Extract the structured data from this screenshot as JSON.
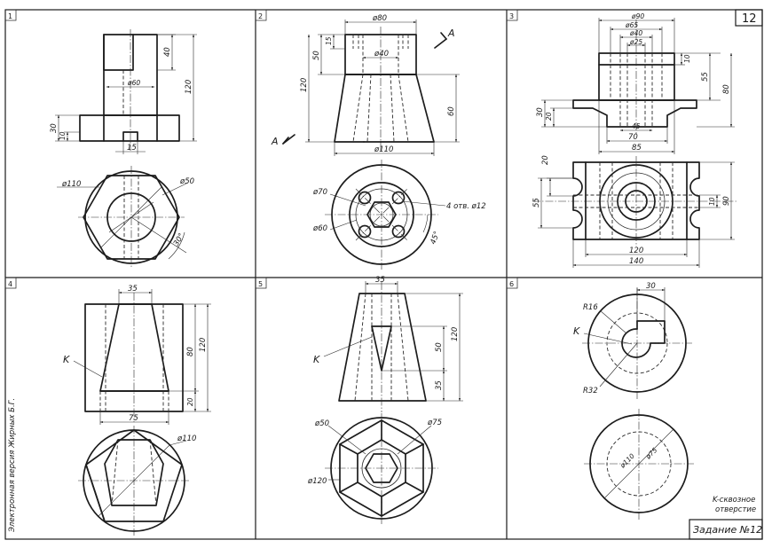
{
  "sheet": {
    "number_box": "12",
    "title_box": "Задание №12",
    "side_note": "Электронная версия Жирных Б.Г."
  },
  "panels": {
    "p1": {
      "number": "1",
      "dims": {
        "d40": "40",
        "d120": "120",
        "d60": "ø60",
        "d30": "30",
        "d10": "10",
        "d15": "15",
        "d110": "ø110",
        "d50": "ø50",
        "a30": "30°"
      }
    },
    "p2": {
      "number": "2",
      "dims": {
        "d80": "ø80",
        "d15": "15",
        "d50": "50",
        "d40": "ø40",
        "d120": "120",
        "d60": "60",
        "d110": "ø110",
        "d70": "ø70",
        "d60b": "ø60",
        "holes": "4 отв. ø12",
        "a45": "45°"
      },
      "section_marks": {
        "upper": "A",
        "lower": "A"
      }
    },
    "p3": {
      "number": "3",
      "dims": {
        "d90": "ø90",
        "d65": "ø65",
        "d40": "ø40",
        "d25": "ø25",
        "d10": "10",
        "d55": "55",
        "d80": "80",
        "d30": "30",
        "d20": "20",
        "d45": "45",
        "d70": "70",
        "d85": "85",
        "d20b": "20",
        "d55b": "55",
        "d10b": "10",
        "d90b": "90",
        "d120": "120",
        "d140": "140"
      }
    },
    "p4": {
      "number": "4",
      "dims": {
        "d35": "35",
        "d120": "120",
        "d80": "80",
        "d20": "20",
        "d75": "75",
        "d110": "ø110"
      },
      "mark": "K"
    },
    "p5": {
      "number": "5",
      "dims": {
        "d35": "35",
        "d50": "50",
        "d120": "120",
        "d35b": "35",
        "d50c": "ø50",
        "d75": "ø75",
        "d120c": "ø120"
      },
      "mark": "K"
    },
    "p6": {
      "number": "6",
      "dims": {
        "d30": "30",
        "r16": "R16",
        "r32": "R32",
        "d110": "ø110",
        "d75": "ø75"
      },
      "mark": "K",
      "note_line1": "K-сквозное",
      "note_line2": "отверстие"
    }
  }
}
